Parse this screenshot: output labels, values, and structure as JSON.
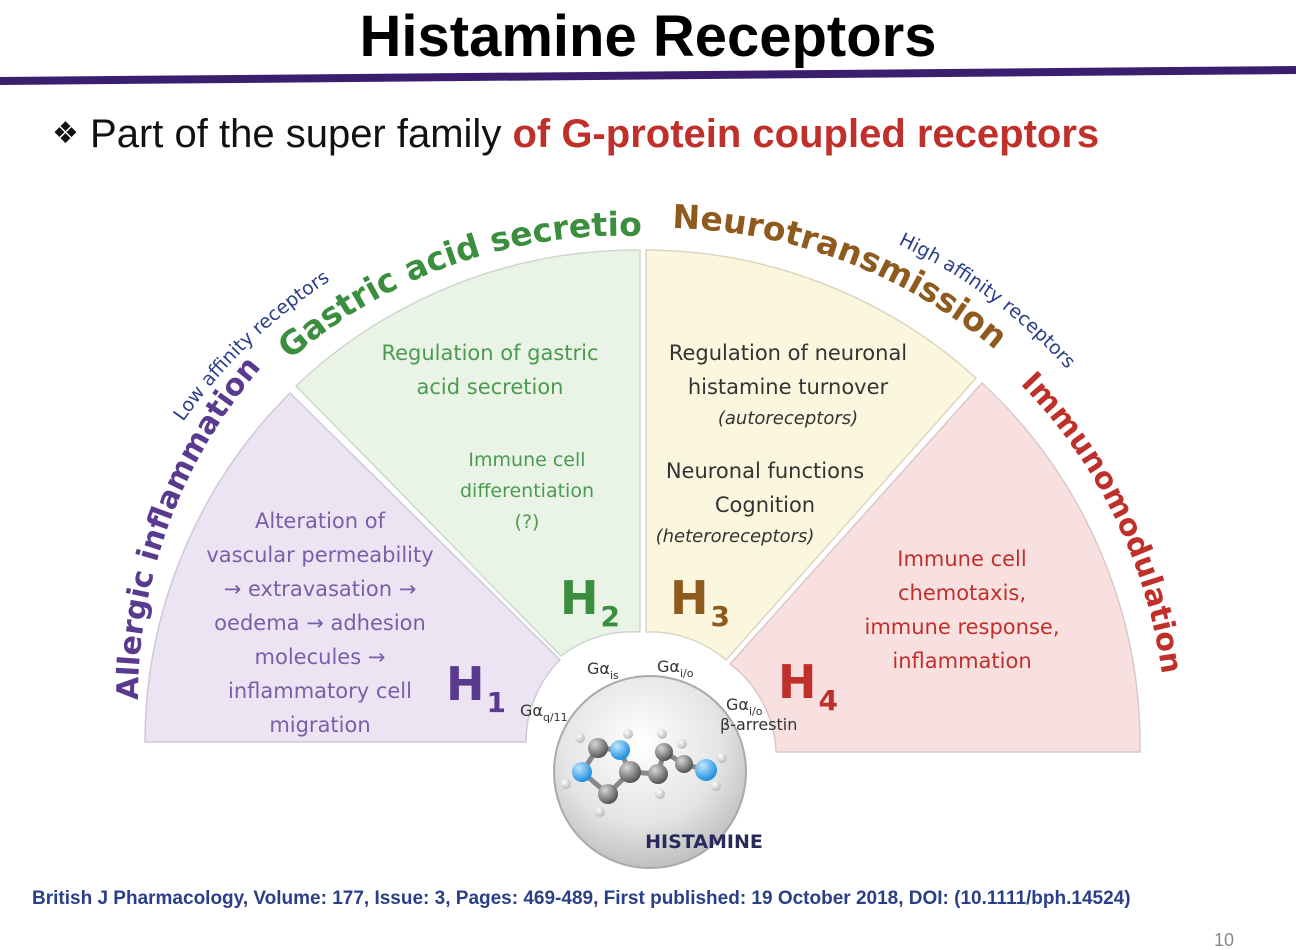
{
  "title": "Histamine Receptors",
  "bullet": {
    "symbol": "❖",
    "text_plain": "Part of the super family",
    "text_highlight": "of G-protein coupled receptors"
  },
  "arc_labels": {
    "h1_category": "Allergic inflammation",
    "h2_category": "Gastric acid secretion",
    "h3_category": "Neurotransmission",
    "h4_category": "Immunomodulation",
    "low_affinity": "Low affinity receptors",
    "high_affinity": "High affinity receptors"
  },
  "receptors": {
    "h1": {
      "letter": "H",
      "sub": "1",
      "text": [
        "Alteration of",
        "vascular permeability",
        "→ extravasation →",
        "oedema → adhesion",
        "molecules →",
        "inflammatory cell",
        "migration"
      ]
    },
    "h2": {
      "letter": "H",
      "sub": "2",
      "text": [
        "Regulation of gastric",
        "acid secretion"
      ],
      "text2": [
        "Immune cell",
        "differentiation",
        "(?)"
      ]
    },
    "h3": {
      "letter": "H",
      "sub": "3",
      "text": [
        "Regulation of neuronal",
        "histamine turnover"
      ],
      "text_note": "(autoreceptors)",
      "text2": [
        "Neuronal functions",
        "Cognition"
      ],
      "text2_note": "(heteroreceptors)"
    },
    "h4": {
      "letter": "H",
      "sub": "4",
      "text": [
        "Immune cell",
        "chemotaxis,",
        "immune response,",
        "inflammation"
      ]
    }
  },
  "gproteins": {
    "h1_main": "Gα",
    "h1_sub": "q/11",
    "h2_main": "Gα",
    "h2_sub": "is",
    "h3_main": "Gα",
    "h3_sub": "i/o",
    "h4_main": "Gα",
    "h4_sub": "i/o",
    "h4_extra": "β-arrestin"
  },
  "histamine_label": "HISTAMINE",
  "citation": "British J Pharmacology, Volume: 177, Issue: 3, Pages: 469-489, First published: 19 October 2018, DOI: (10.1111/bph.14524)",
  "page_number": "10",
  "colors": {
    "h1": "#5a3a8e",
    "h1_text": "#7b5ea8",
    "h1_fill": "#ece4f3",
    "h2": "#3a8e3e",
    "h2_text": "#4c9a50",
    "h2_fill": "#e9f4e6",
    "h3": "#8e5a1e",
    "h3_text": "#333333",
    "h3_fill": "#fbf6de",
    "h4": "#c0302a",
    "h4_text": "#c0302a",
    "h4_fill": "#f8e0e0",
    "affinity": "#2a3f88",
    "highlight": "#c0302a",
    "citation": "#2a3f88"
  }
}
